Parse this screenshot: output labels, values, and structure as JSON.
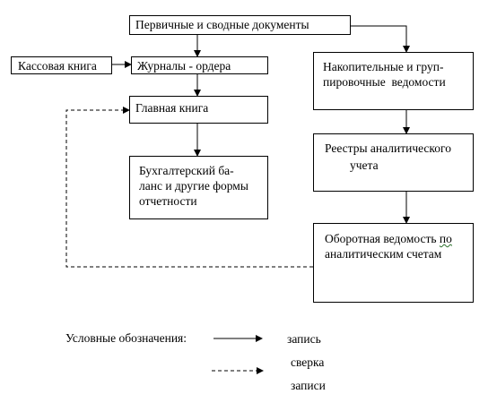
{
  "nodes": {
    "primary": "Первичные и сводные документы",
    "cash_book": "Кассовая книга",
    "journals": "Журналы - ордера",
    "ledger": "Главная книга",
    "balance": [
      "Бухгалтерский ба-",
      "ланс и другие формы",
      "отчетности"
    ],
    "accumulative": [
      "Накопительные и груп-",
      "пировочные  ведомости"
    ],
    "registers": [
      "Реестры аналитического",
      "учета"
    ],
    "turnover": [
      "Оборотная ведомость ",
      "по",
      "аналитическим счетам"
    ]
  },
  "legend": {
    "title": "Условные обозначения:",
    "solid_label": "запись",
    "dashed_label_1": "сверка",
    "dashed_label_2": "записи"
  }
}
